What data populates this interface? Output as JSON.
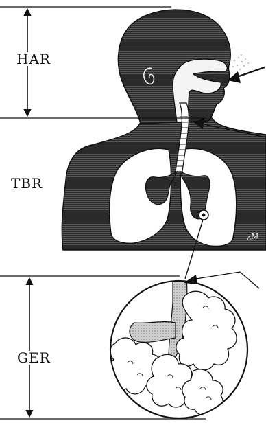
{
  "regions": {
    "har": "HAR",
    "tbr": "TBR",
    "ger": "GER"
  },
  "signature": "ᴧM",
  "colors": {
    "ink": "#111111",
    "body_fill": "#2b2b2b",
    "lung_fill": "#ffffff",
    "deposit_fill": "#b9b9b9",
    "background": "#ffffff"
  },
  "icons": [
    "ear-icon",
    "particle-cloud-icon",
    "inhalation-arrow-icon",
    "pointer-arrow-icon"
  ]
}
